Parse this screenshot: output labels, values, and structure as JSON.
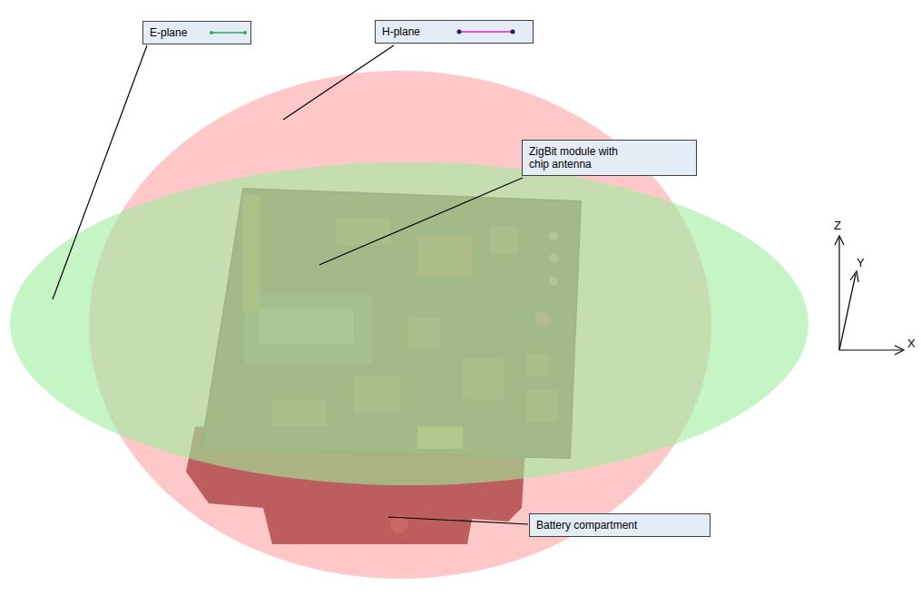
{
  "diagram": {
    "nodes": [
      {
        "text": [
          "E-plane"
        ]
      },
      {
        "text": [
          "H-plane"
        ]
      },
      {
        "text": [
          "ZigBit module with chip antenna"
        ]
      },
      {
        "text": [
          "Battery compartment"
        ]
      }
    ],
    "labels": [
      "Z",
      "Y",
      "X"
    ]
  }
}
